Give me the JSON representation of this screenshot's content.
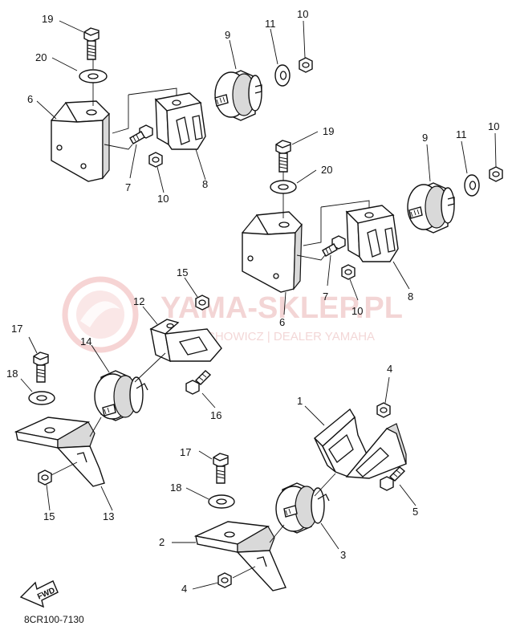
{
  "diagram": {
    "code": "8CR100-7130",
    "direction_label": "FWD"
  },
  "watermark": {
    "title": "YAMA-SKLEP.PL",
    "subtitle": "ECHOWICZ | DEALER YAMAHA"
  },
  "callouts": {
    "c1": "1",
    "c2": "2",
    "c3": "3",
    "c4": "4",
    "c5": "5",
    "c6": "6",
    "c7": "7",
    "c8": "8",
    "c9": "9",
    "c10": "10",
    "c11": "11",
    "c12": "12",
    "c13": "13",
    "c14": "14",
    "c15": "15",
    "c16": "16",
    "c17": "17",
    "c18": "18",
    "c19": "19",
    "c20": "20"
  },
  "colors": {
    "line": "#111111",
    "watermark": "#e9b3b3"
  }
}
